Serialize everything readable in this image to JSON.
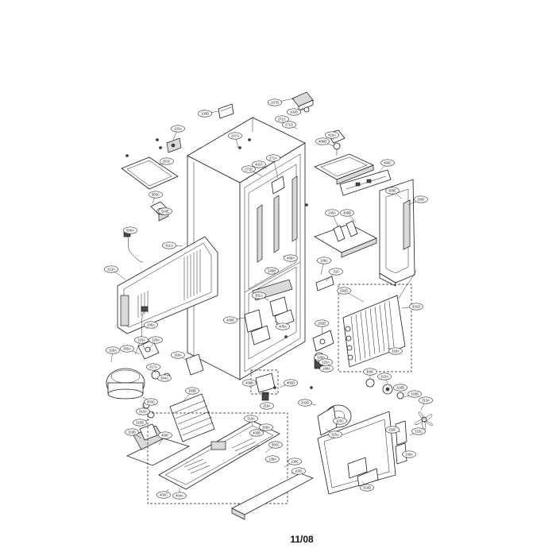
{
  "footer": {
    "date_code": "11/08"
  },
  "callouts": [
    "100B",
    "207B",
    "102B",
    "271C",
    "271D",
    "207A",
    "410A",
    "409D",
    "103A",
    "501F",
    "402A",
    "271B",
    "271A",
    "406C",
    "503C",
    "410G",
    "300E",
    "260F",
    "145A",
    "409B",
    "503E",
    "500A",
    "411A",
    "313A",
    "406A",
    "145B",
    "106A",
    "310",
    "292B",
    "301A",
    "406B",
    "262B",
    "405A",
    "106A",
    "305A",
    "328A",
    "316A",
    "320A",
    "318A",
    "317A",
    "304A",
    "303B",
    "303C",
    "313A",
    "315B",
    "316B",
    "318A",
    "309A",
    "300C",
    "406F",
    "406C",
    "404A",
    "406B",
    "405D",
    "328A",
    "168A",
    "202B",
    "318A",
    "308C",
    "315A",
    "318B",
    "319B",
    "315C",
    "106A",
    "315A",
    "103C",
    "318D",
    "139A",
    "405B",
    "315G",
    "318A",
    "325A",
    "136C",
    "103C",
    "150F",
    "313A"
  ]
}
